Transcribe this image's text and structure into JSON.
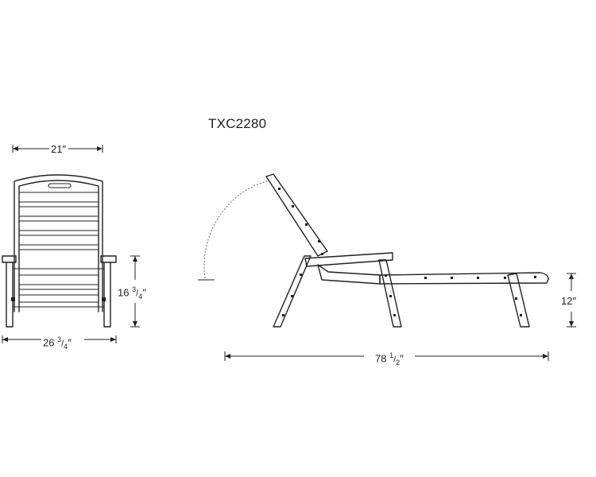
{
  "model": "TXC2280",
  "dimensions": {
    "front_width": "21″",
    "overall_width_main": "26",
    "overall_width_frac_num": "3",
    "overall_width_frac_den": "4",
    "overall_width_unit": "″",
    "seat_height_main": "16",
    "seat_height_frac_num": "3",
    "seat_height_frac_den": "4",
    "seat_height_unit": "″",
    "length_main": "78",
    "length_frac_num": "1",
    "length_frac_den": "2",
    "length_unit": "″",
    "side_height": "12″"
  }
}
